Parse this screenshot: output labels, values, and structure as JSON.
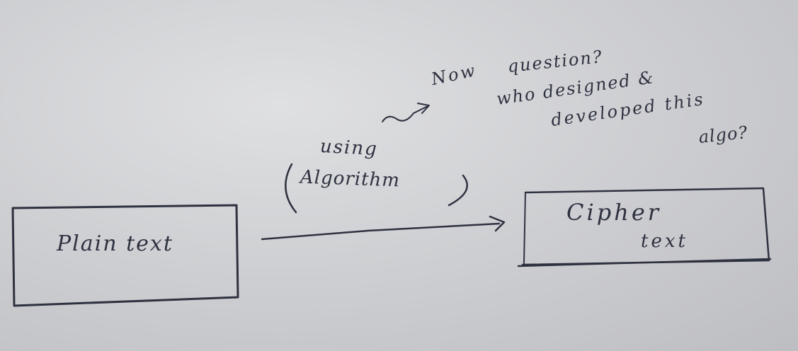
{
  "diagram": {
    "plain_box": {
      "label": "Plain text"
    },
    "cipher_box": {
      "label_line1": "Cipher",
      "label_line2": "text"
    },
    "arrow": {
      "label_line1": "using",
      "label_line2": "Algorithm"
    },
    "annotation": {
      "line1_prefix": "Now",
      "line1_suffix": "question?",
      "line2": "who designed &",
      "line3": "developed this",
      "line4": "algo?"
    }
  }
}
